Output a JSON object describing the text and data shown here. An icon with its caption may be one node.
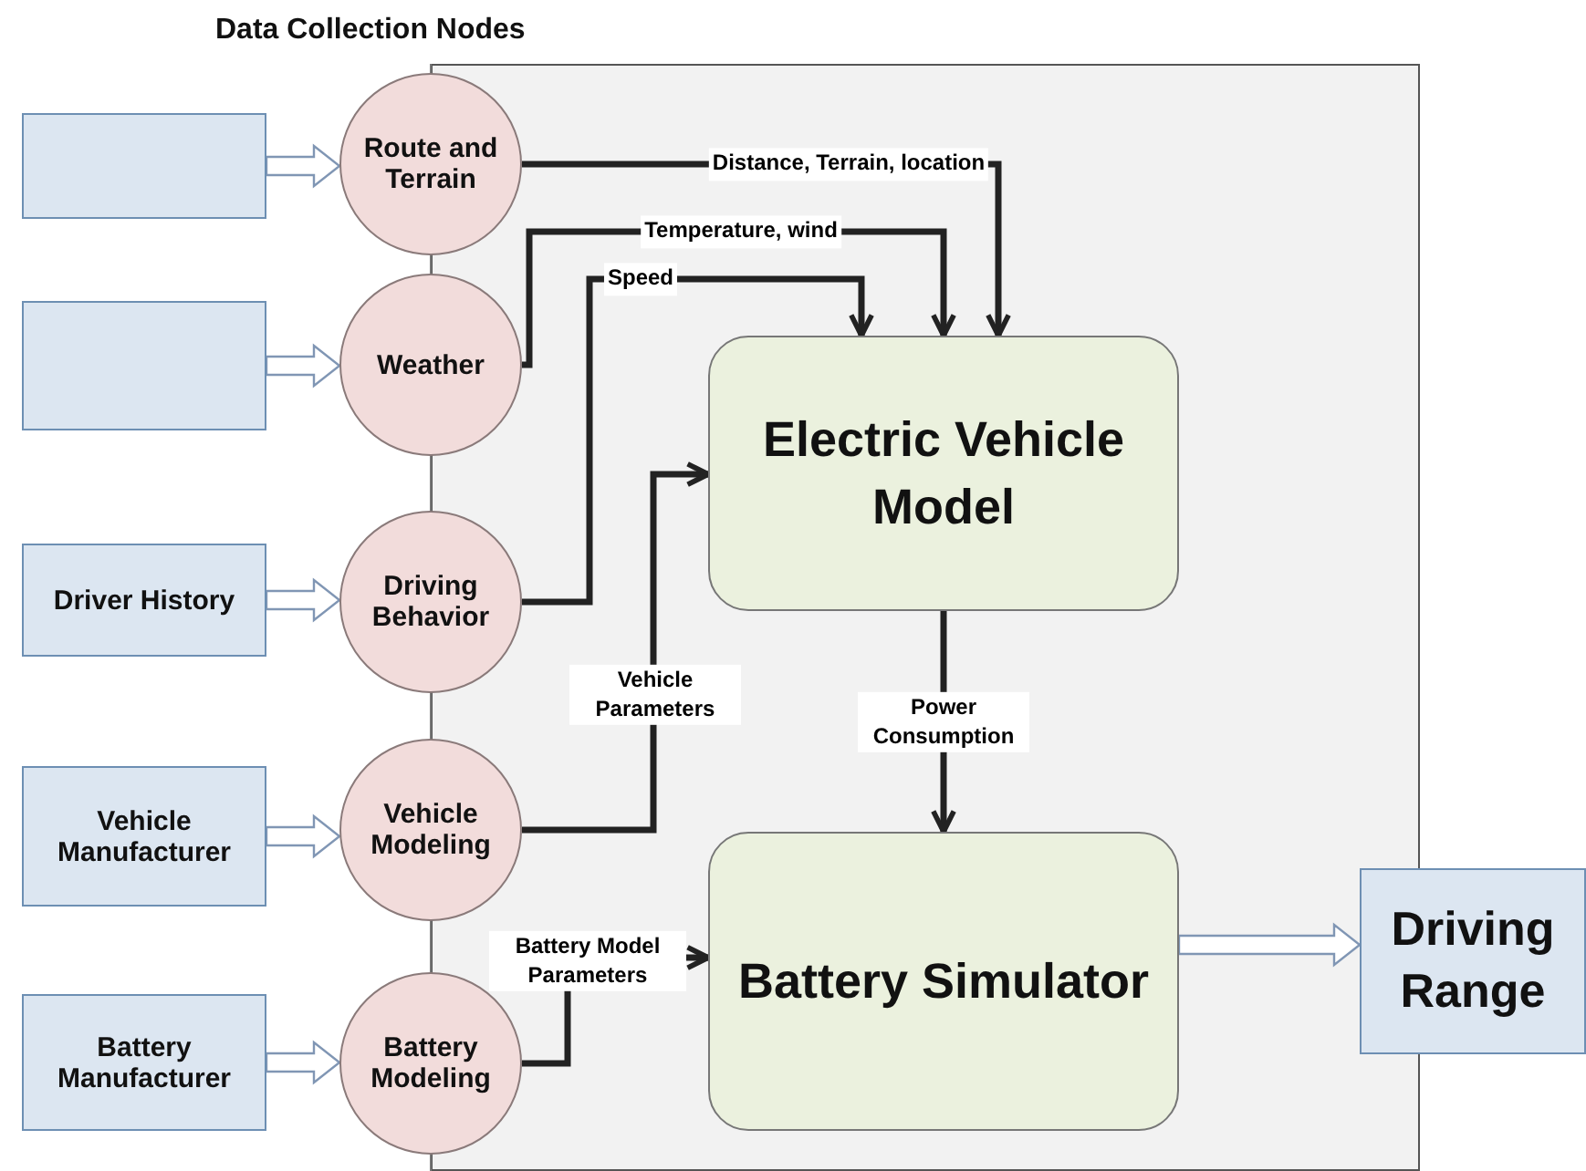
{
  "diagram": {
    "title": "Data Collection Nodes",
    "nodes": [
      {
        "text": [],
        "shape": "box"
      },
      {
        "text": [
          "Route and Terrain"
        ]
      },
      {
        "text": [],
        "shape": "box"
      },
      {
        "text": [
          "Weather"
        ]
      },
      {
        "text": [
          "Driver History"
        ]
      },
      {
        "text": [
          "Driving Behavior"
        ]
      },
      {
        "text": [
          "Vehicle Manufacturer"
        ]
      },
      {
        "text": [
          "Vehicle Modeling"
        ]
      },
      {
        "text": [
          "Battery Manufacturer"
        ]
      },
      {
        "text": [
          "Battery Modeling"
        ]
      },
      {
        "text": [
          "Electric Vehicle Model"
        ]
      },
      {
        "text": [
          "Battery Simulator"
        ]
      },
      {
        "text": [
          "Driving Range"
        ]
      }
    ],
    "edges": [
      {
        "from": 0,
        "to": 1,
        "arrow": "to",
        "style": "thick"
      },
      {
        "from": 2,
        "to": 3,
        "arrow": "to",
        "style": "thick"
      },
      {
        "from": 4,
        "to": 5,
        "arrow": "to",
        "style": "thick"
      },
      {
        "from": 6,
        "to": 7,
        "arrow": "to",
        "style": "thick"
      },
      {
        "from": 8,
        "to": 9,
        "arrow": "to",
        "style": "thick"
      },
      {
        "from": 1,
        "to": 10,
        "arrow": "to",
        "label": "Distance, Terrain, location"
      },
      {
        "from": 3,
        "to": 10,
        "arrow": "to",
        "label": "Temperature, wind"
      },
      {
        "from": 5,
        "to": 10,
        "arrow": "to",
        "label": "Speed"
      },
      {
        "from": 7,
        "to": 10,
        "arrow": "to",
        "label": "Vehicle Parameters"
      },
      {
        "from": 9,
        "to": 11,
        "arrow": "to",
        "label": "Battery Model Parameters"
      },
      {
        "from": 10,
        "to": 11,
        "arrow": "to",
        "label": "Power Consumption"
      },
      {
        "from": 11,
        "to": 12,
        "arrow": "to",
        "style": "thick"
      }
    ]
  }
}
